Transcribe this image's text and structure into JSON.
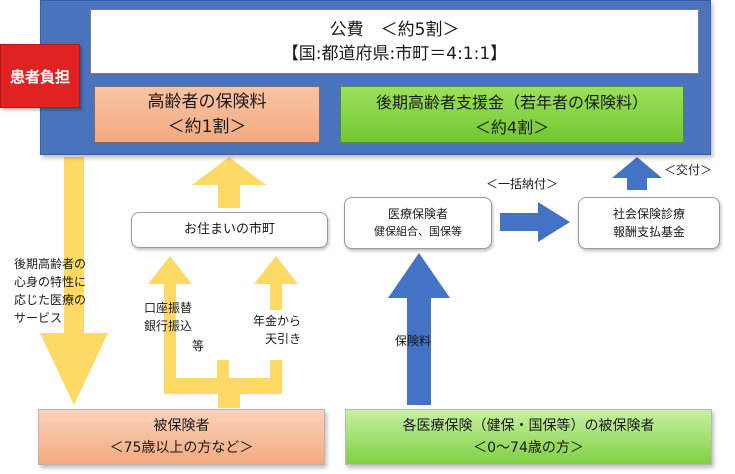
{
  "public_funds": {
    "title": "公費　＜約5割＞",
    "ratio": "【国:都道府県:市町＝4:1:1】"
  },
  "patient_burden": "患者負担",
  "elderly_premium": {
    "title": "高齢者の保険料",
    "share": "＜約1割＞"
  },
  "support_fund": {
    "title": "後期高齢者支援金（若年者の保険料）",
    "share": "＜約4割＞"
  },
  "municipality": "お住まいの市町",
  "medical_insurer": {
    "line1": "医療保険者",
    "line2": "健保組合、国保等"
  },
  "payment_fund": {
    "line1": "社会保険診療",
    "line2": "報酬支払基金"
  },
  "labels": {
    "lump_sum": "＜一括納付＞",
    "grant": "＜交付＞",
    "services": [
      "後期高齢者の",
      "心身の特性に",
      "応じた医療の",
      "サービス"
    ],
    "account_transfer": [
      "口座振替",
      "銀行振込"
    ],
    "etc": "等",
    "pension_deduction": [
      "年金から",
      "天引き"
    ],
    "premium": "保険料"
  },
  "insured_elderly": {
    "title": "被保険者",
    "subtitle": "＜75歳以上の方など＞"
  },
  "insured_other": {
    "title": "各医療保険（健保・国保等）の被保険者",
    "subtitle": "＜0～74歳の方＞"
  },
  "colors": {
    "band_blue": "#4a73bd",
    "arrow_yellow": "#ffd966",
    "arrow_blue": "#4472c4",
    "patient_red": "#e02222",
    "salmon": "#f2a97f",
    "green": "#72c832"
  }
}
